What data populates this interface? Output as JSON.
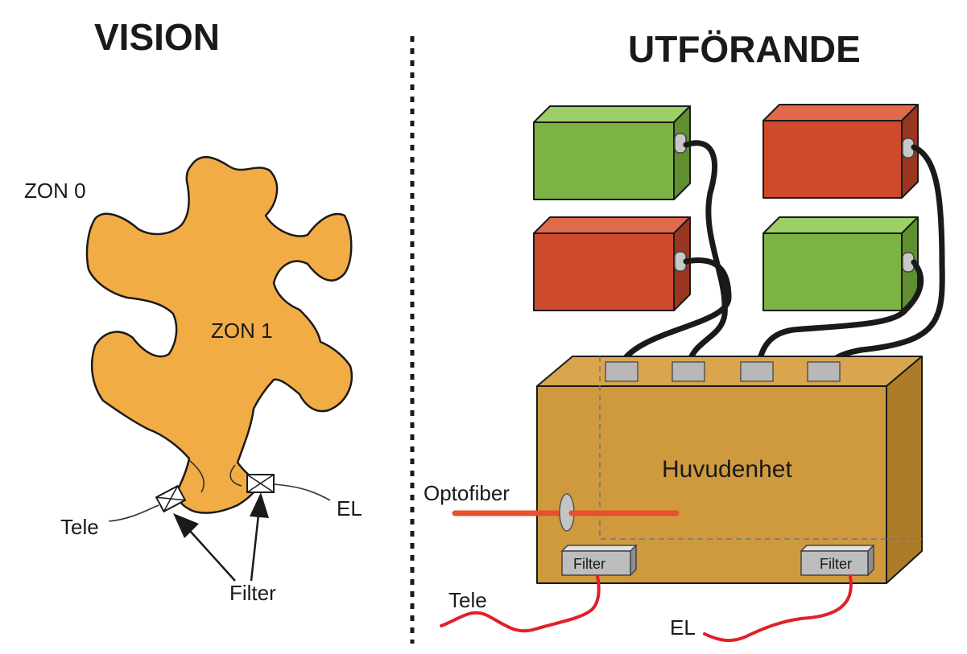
{
  "left_panel": {
    "title": "VISION",
    "zone0_label": "ZON 0",
    "zone1_label": "ZON 1",
    "tele_label": "Tele",
    "el_label": "EL",
    "filter_label": "Filter"
  },
  "right_panel": {
    "title": "UTFÖRANDE",
    "main_unit_label": "Huvudenhet",
    "optofiber_label": "Optofiber",
    "filter_left_label": "Filter",
    "filter_right_label": "Filter",
    "tele_label": "Tele",
    "el_label": "EL"
  },
  "colors": {
    "zone_fill": "#f2ac45",
    "box_green": "#7cb342",
    "box_red": "#cd4a2c",
    "main_unit": "#cf9a3e",
    "fiber": "#e8502e",
    "wire_red": "#e0202a"
  }
}
